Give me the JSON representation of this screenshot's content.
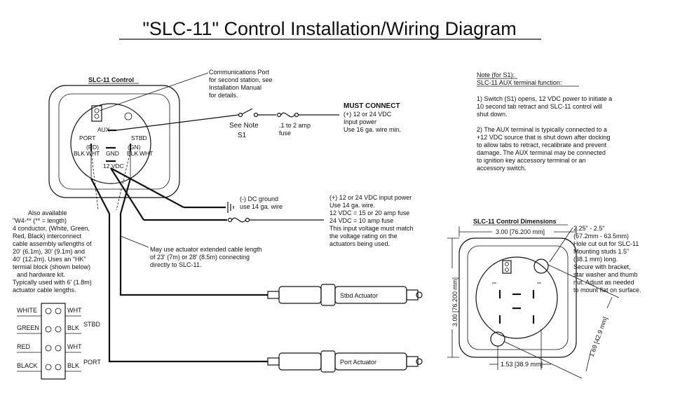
{
  "title": "\"SLC-11\" Control Installation/Wiring Diagram",
  "control": {
    "label": "SLC-11 Control",
    "aux": "AUX",
    "port": "PORT",
    "stbd": "STBD",
    "rd": "(RD)",
    "gn": "(GN)",
    "blk": "BLK",
    "wht": "WHT",
    "gnd": "GND",
    "vdc": "12 VDC"
  },
  "comm_port": [
    "Communications Port",
    "for second station, see",
    "Installation Manual",
    "for details."
  ],
  "must_connect": {
    "heading": "MUST CONNECT",
    "lines": [
      "(+) 12 or 24 VDC",
      "Input power",
      "Use 16 ga. wire min."
    ]
  },
  "see_note": [
    "See Note",
    "S1"
  ],
  "fuse_small": [
    ".1 to 2 amp",
    "fuse"
  ],
  "dc_ground": [
    "(-) DC ground",
    "use 14 ga. wire"
  ],
  "input_power": [
    "(+) 12 or 24 VDC input power",
    "Use 14 ga. wire.",
    "12 VDC = 15 or 20 amp fuse",
    "24 VDC = 10 amp fuse",
    "This input voltage must match",
    "the voltage rating on the",
    "actuators being used."
  ],
  "cable_note": [
    "May use actuator extended cable length",
    "of 23' (7m) or 28' (8.5m) connecting",
    "directly to SLC-11."
  ],
  "also_available": [
    "Also available",
    "\"W4-** (** = length)",
    "4 conductor, (White, Green,",
    "Red, Black) interconnect",
    "cable assembly w/lengths of",
    "20' (6.1m), 30' (9.1m) and",
    "40' (12.2m). Uses an \"HK\"",
    "termial block (shown below)",
    "and hardware kit.",
    "Typically used with 6' (1.8m)",
    "actuator cable lengths."
  ],
  "terminal": {
    "left": [
      "WHITE",
      "GREEN",
      "RED",
      "BLACK"
    ],
    "right": [
      "WHT",
      "BLK",
      "WHT",
      "BLK"
    ],
    "stbd": "STBD",
    "port": "PORT"
  },
  "actuators": {
    "stbd": "Stbd Actuator",
    "port": "Port Actuator"
  },
  "note": {
    "heading": "Note (for S1):",
    "subheading": "SLC-11 AUX terminal function:",
    "p1": [
      "1) Switch (S1) opens, 12 VDC power to initiate a",
      "10 second tab retract and SLC-11 control will",
      "shut down."
    ],
    "p2": [
      "2) The AUX terminal is typically connected to a",
      "+12 VDC source that is shut down after docking",
      "to allow tabs to retract, recalibrate and prevent",
      "damage. The AUX terminal may be connected",
      "to ignition key accessory terminal or an",
      "accessory switch."
    ]
  },
  "dimensions": {
    "heading": "SLC-11 Control Dimensions",
    "width": "3.00 [76.200 mm]",
    "height": "3.00 [76.200 mm]",
    "hole_spacing": "1.53 [38.9 mm]",
    "diag": "1.69 [42.9 mm]",
    "cutout": [
      "2.25\" - 2.5\"",
      "(57.2mm - 63.5mm)",
      "Hole cut out for SLC-11",
      "Mounting studs 1.5\"",
      "(38.1 mm) long.",
      "Secure with bracket,",
      "star washer and thumb",
      "nut. Adjust as needed",
      "to mount flat on surface."
    ]
  }
}
